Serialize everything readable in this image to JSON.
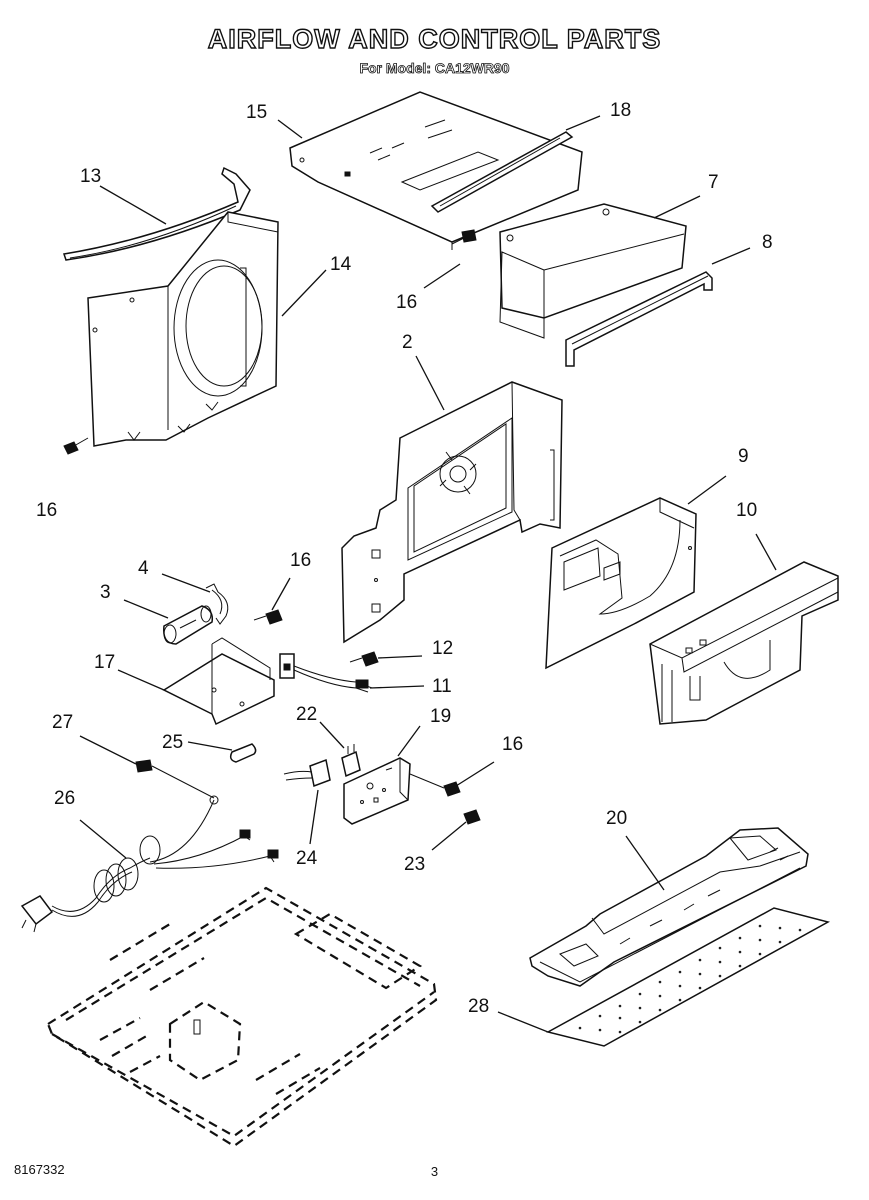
{
  "header": {
    "title": "AIRFLOW AND CONTROL PARTS",
    "subtitle": "For Model: CA12WR90"
  },
  "callouts": [
    {
      "id": "15",
      "label": "15"
    },
    {
      "id": "18",
      "label": "18"
    },
    {
      "id": "13",
      "label": "13"
    },
    {
      "id": "7",
      "label": "7"
    },
    {
      "id": "14",
      "label": "14"
    },
    {
      "id": "8",
      "label": "8"
    },
    {
      "id": "16a",
      "label": "16"
    },
    {
      "id": "2",
      "label": "2"
    },
    {
      "id": "16b",
      "label": "16"
    },
    {
      "id": "9",
      "label": "9"
    },
    {
      "id": "10",
      "label": "10"
    },
    {
      "id": "4",
      "label": "4"
    },
    {
      "id": "16c",
      "label": "16"
    },
    {
      "id": "3",
      "label": "3"
    },
    {
      "id": "12",
      "label": "12"
    },
    {
      "id": "17",
      "label": "17"
    },
    {
      "id": "11",
      "label": "11"
    },
    {
      "id": "22",
      "label": "22"
    },
    {
      "id": "19",
      "label": "19"
    },
    {
      "id": "27",
      "label": "27"
    },
    {
      "id": "25",
      "label": "25"
    },
    {
      "id": "16d",
      "label": "16"
    },
    {
      "id": "26",
      "label": "26"
    },
    {
      "id": "24",
      "label": "24"
    },
    {
      "id": "23",
      "label": "23"
    },
    {
      "id": "20",
      "label": "20"
    },
    {
      "id": "28",
      "label": "28"
    }
  ],
  "footer": {
    "doc_number": "8167332",
    "page_number": "3"
  }
}
